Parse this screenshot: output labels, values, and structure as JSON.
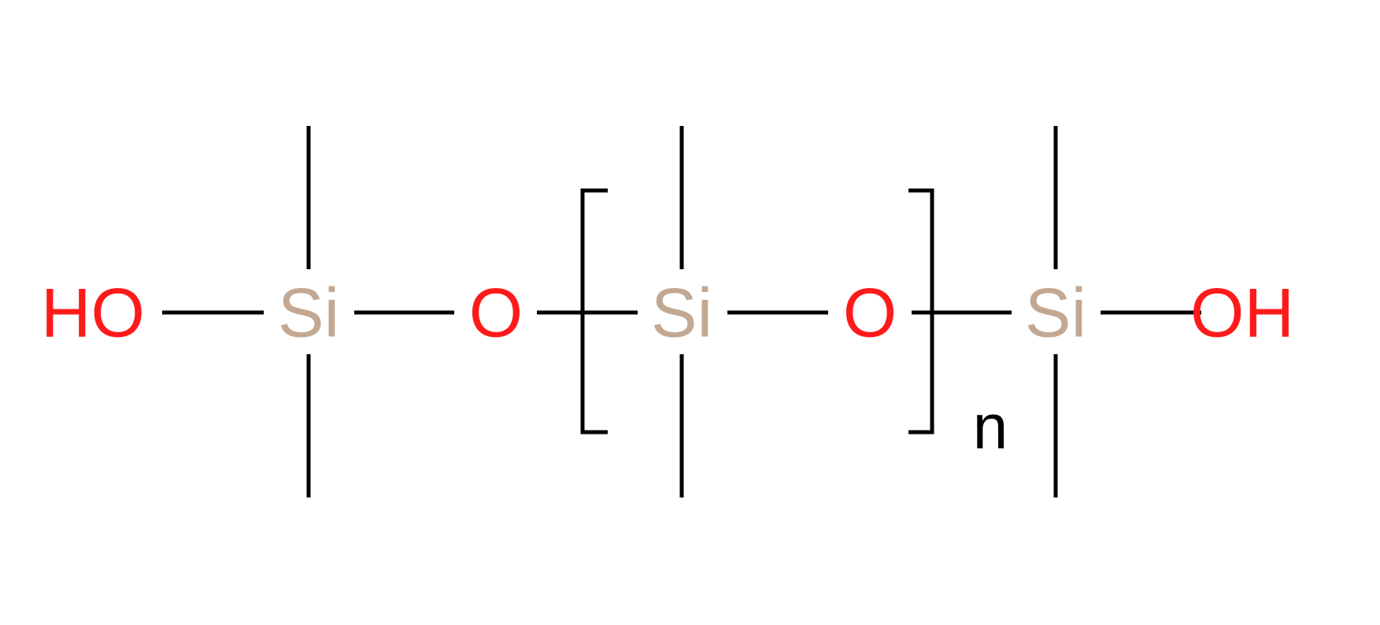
{
  "colors": {
    "oxygen": "#ff1a1a",
    "silicon": "#c2a892",
    "bond": "#000000",
    "background": "#ffffff"
  },
  "atoms": {
    "ho_left": "HO",
    "si_1": "Si",
    "o_1": "O",
    "si_repeat": "Si",
    "o_repeat": "O",
    "si_2": "Si",
    "oh_right": "OH"
  },
  "repeat_unit": {
    "subscript": "n"
  }
}
